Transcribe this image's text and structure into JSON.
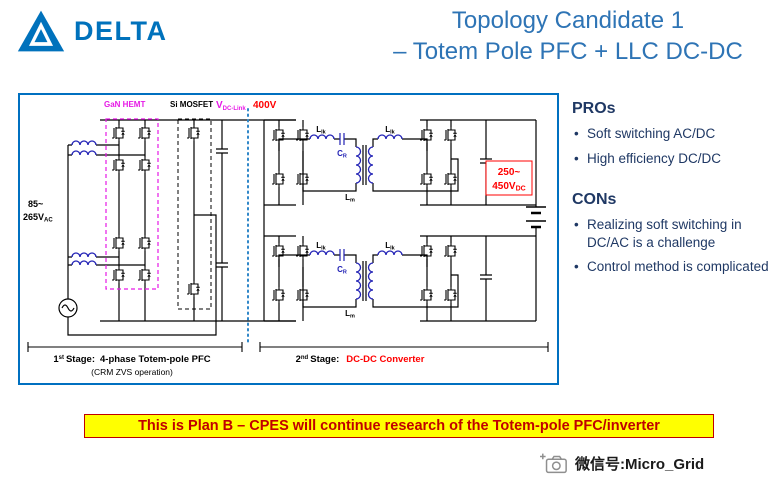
{
  "header": {
    "brand": "DELTA",
    "title_line1": "Topology Candidate 1",
    "title_line2": "– Totem Pole PFC + LLC DC-DC"
  },
  "circuit": {
    "top_labels": {
      "gan": "GaN HEMT",
      "si": "Si MOSFET",
      "vdc": "V",
      "vdc_sub": "DC-Link",
      "v400": "400V"
    },
    "input": {
      "vin1": "85~",
      "vin2": "265V",
      "vin_sub": "AC"
    },
    "components": {
      "l": "L",
      "lk": "lk",
      "m": "m",
      "c": "C",
      "r": "R"
    },
    "output": {
      "vout1": "250~",
      "vout2": "450V",
      "vout_sub": "DC"
    },
    "stage1": {
      "num": "1",
      "sup": "st",
      "label": "Stage:",
      "name": "4-phase Totem-pole PFC",
      "sub": "(CRM ZVS operation)"
    },
    "stage2": {
      "num": "2",
      "sup": "nd",
      "label": "Stage:",
      "name": "DC-DC Converter"
    }
  },
  "pros": {
    "heading": "PROs",
    "items": [
      "Soft switching AC/DC",
      "High efficiency DC/DC"
    ]
  },
  "cons": {
    "heading": "CONs",
    "items": [
      "Realizing soft switching in DC/AC is a challenge",
      "Control method is complicated"
    ]
  },
  "banner": "This is Plan B – CPES will continue research of the Totem-pole PFC/inverter",
  "footer": {
    "wechat": "微信号:Micro_Grid"
  },
  "colors": {
    "title_blue": "#2E74B5",
    "navy_text": "#1F3864",
    "magenta": "#E619E6",
    "red": "#FF0000",
    "box_border_blue": "#0070C0",
    "coil_blue": "#2121B5",
    "banner_bg": "#FFFF00",
    "banner_text": "#C00000",
    "brand_blue": "#0072BC"
  }
}
